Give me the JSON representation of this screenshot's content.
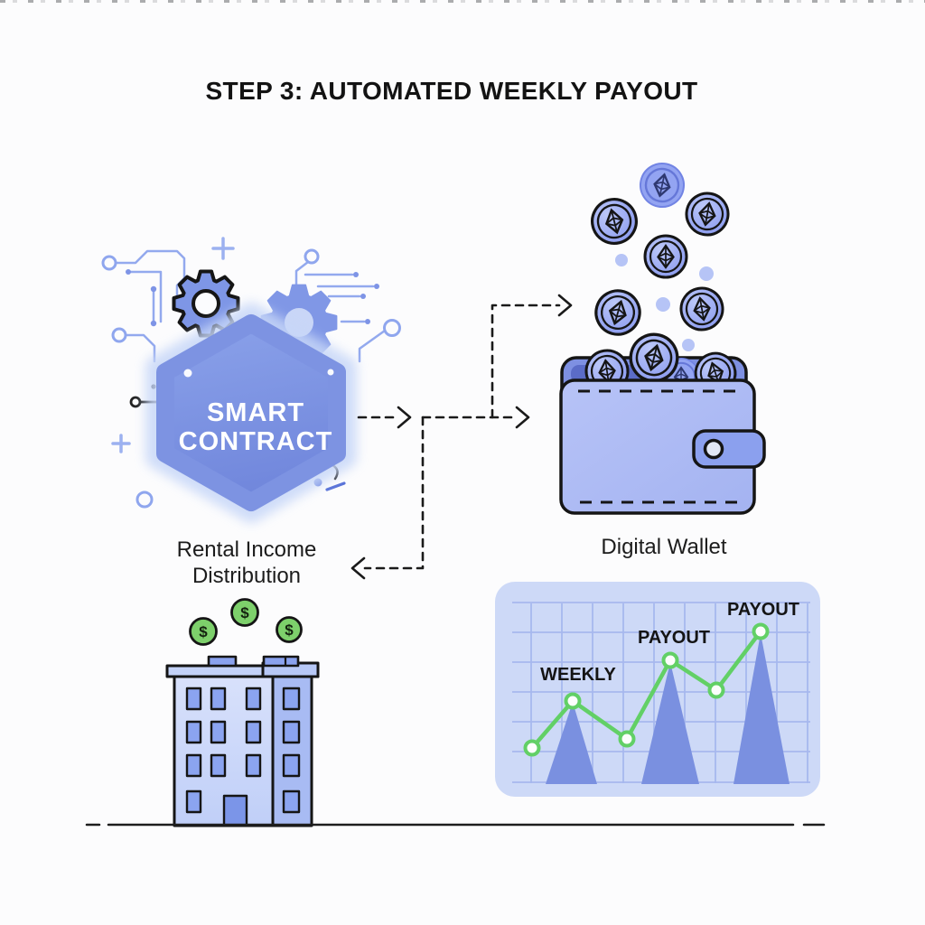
{
  "title": "STEP 3: AUTOMATED WEEKLY PAYOUT",
  "smart_contract": {
    "line1": "SMART",
    "line2": "CONTRACT"
  },
  "rental": {
    "line1": "Rental Income",
    "line2": "Distribution"
  },
  "wallet": {
    "caption": "Digital Wallet"
  },
  "building": {
    "coin_symbol": "$"
  },
  "chart": {
    "weekly_label": "WEEKLY",
    "payout_label_mid": "PAYOUT",
    "payout_label_top": "PAYOUT"
  },
  "icons": {
    "ethereum": "eth-diamond-coin",
    "gear": "gear-cog",
    "dollar_coin": "$",
    "wallet": "bifold-wallet",
    "building": "apartment-building"
  },
  "colors": {
    "background": "#fcfcfd",
    "hexagon_blue": "#7d93e2",
    "hexagon_glow": "#c7d7f8",
    "accent_blue": "#7e96e6",
    "wallet_blue": "#aebcf4",
    "panel_blue": "#cdd9f7",
    "grid_blue": "#a7b8ee",
    "peak_blue": "#7a90e0",
    "line_green": "#62d066",
    "coin_green": "#7dd06b",
    "circuit_blue": "#93a9ee",
    "ink": "#151515"
  },
  "chart_data": {
    "type": "line",
    "description": "Stylized weekly payout trend inside rounded panel: green marker line rising over three triangular blue peaks; grid shown, no numeric axes or tick labels.",
    "x": [
      1,
      2,
      3,
      4,
      5,
      6
    ],
    "values": [
      2.0,
      4.6,
      2.5,
      6.8,
      5.1,
      8.4
    ],
    "peak_values": [
      4.6,
      6.8,
      8.4
    ],
    "annotations": [
      "WEEKLY",
      "PAYOUT",
      "PAYOUT"
    ],
    "series_color": "#62d066",
    "grid": true,
    "axes_labeled": false,
    "legend": "none"
  }
}
